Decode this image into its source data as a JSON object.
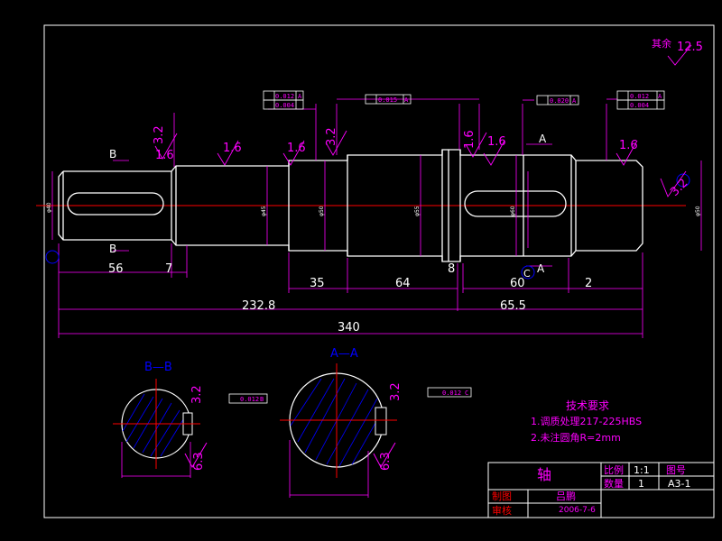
{
  "colors": {
    "background": "#000000",
    "outline": "#ffffff",
    "dimension": "#ff00ff",
    "centerline": "#ff0000",
    "hatch": "#0000ff",
    "symbol": "#ff00ff",
    "frame": "#ffffff",
    "title_red": "#ff0000"
  },
  "drawing": {
    "roughness_other": "其余",
    "roughness_other_value": "12.5",
    "section_label_b_top": "B",
    "section_label_b_bottom": "B",
    "section_label_a_top": "A",
    "section_label_a_bottom": "A",
    "section_bb_title": "B—B",
    "section_aa_title": "A—A",
    "datum_c": "C",
    "roughness": {
      "r1": "3.2",
      "r2": "1.6",
      "r3": "1.6",
      "r4": "1.6",
      "r5": "3.2",
      "r6": "1.6",
      "r7": "1.6",
      "r8": "1.6",
      "r9": "3.2",
      "r10": "6.3",
      "r11": "3.2",
      "r12": "6.3"
    },
    "tolerances": {
      "t1a": "0.012",
      "t1b": "0.004",
      "t1ref": "A",
      "t2": "0.015",
      "t2ref": "A",
      "t3": "0.020",
      "t3ref": "A",
      "t4a": "0.012",
      "t4b": "0.004",
      "t4ref": "A",
      "t_bb": "0.012",
      "t_bb_ref": "B",
      "t_aa": "0.012",
      "t_aa_ref": "C"
    },
    "dims": {
      "d56": "56",
      "d7": "7",
      "d35": "35",
      "d64": "64",
      "d8": "8",
      "d60": "60",
      "d2": "2",
      "d232_8": "232.8",
      "d65_5": "65.5",
      "d340": "340"
    },
    "diameters": {
      "dia_left": "φ40",
      "dia_2": "φ45",
      "dia_3": "φ50",
      "dia_4": "φ55",
      "dia_5": "φ60",
      "dia_right": "φ50"
    }
  },
  "notes": {
    "title": "技术要求",
    "line1": "1.调质处理217-225HBS",
    "line2": "2.未注圆角R=2mm"
  },
  "title_block": {
    "part_name": "轴",
    "scale_label": "比例",
    "scale_value": "1:1",
    "drawing_no_label": "图号",
    "qty_label": "数量",
    "qty_value": "1",
    "drawing_no_value": "A3-1",
    "drafter_label": "制图",
    "drafter_name": "吕鹏",
    "checker_label": "审核",
    "date": "2006-7-6"
  }
}
